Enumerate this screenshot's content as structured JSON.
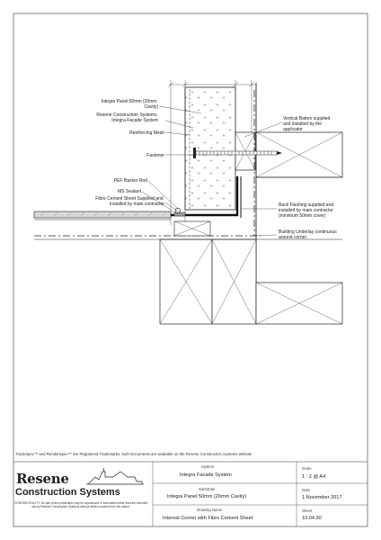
{
  "annotations": {
    "integra_panel": [
      "Integra Panel 50mm (20mm",
      "Cavity)"
    ],
    "resene_system": [
      "Resene Construction Systems",
      "Integra Facade System"
    ],
    "reinforcing_mesh": "Reinforcing Mesh",
    "fastener": "Fastener",
    "pef_backer_rod": "PEF Backer Rod",
    "ms_sealant": "MS Sealant",
    "fibre_cement": [
      "Fibre Cement Sheet Supplied and",
      "Installed by main contractor"
    ],
    "vertical_batten": [
      "Vertical Batten supplied",
      "and installed by the",
      "applicator"
    ],
    "back_flashing": [
      "Back Flashing supplied and",
      "installed by main contractor",
      "(minimum 50mm cover)"
    ],
    "building_underlay": [
      "Building Underlay continuous",
      "around corner"
    ]
  },
  "trademark_note": "TradeSpec™ and RenderSpec™ are Registered Trademarks, both Documents are available on the Resene Construction Systems website",
  "title_block": {
    "logo_word": "Resene",
    "logo_sub": "Construction Systems",
    "confidentiality": "CONFIDENTIALITY: No part of this publication may be reproduced or transmitted other than the intended use by Resene Construction Systems without written consent from the author.",
    "system_caption": "System",
    "system_value": "Integra Facade System",
    "substrate_caption": "Substrate",
    "substrate_value": "Integra Panel 50mm (20mm Cavity)",
    "drawing_name_caption": "Drawing Name",
    "drawing_name_value": "Internal Corner with Fibre Cement Sheet",
    "scale_caption": "Scale",
    "scale_value": "1 : 2 @ A4",
    "date_caption": "Date",
    "date_value": "1 November 2017",
    "sheet_caption": "Sheet",
    "sheet_value": "10.04.30"
  }
}
